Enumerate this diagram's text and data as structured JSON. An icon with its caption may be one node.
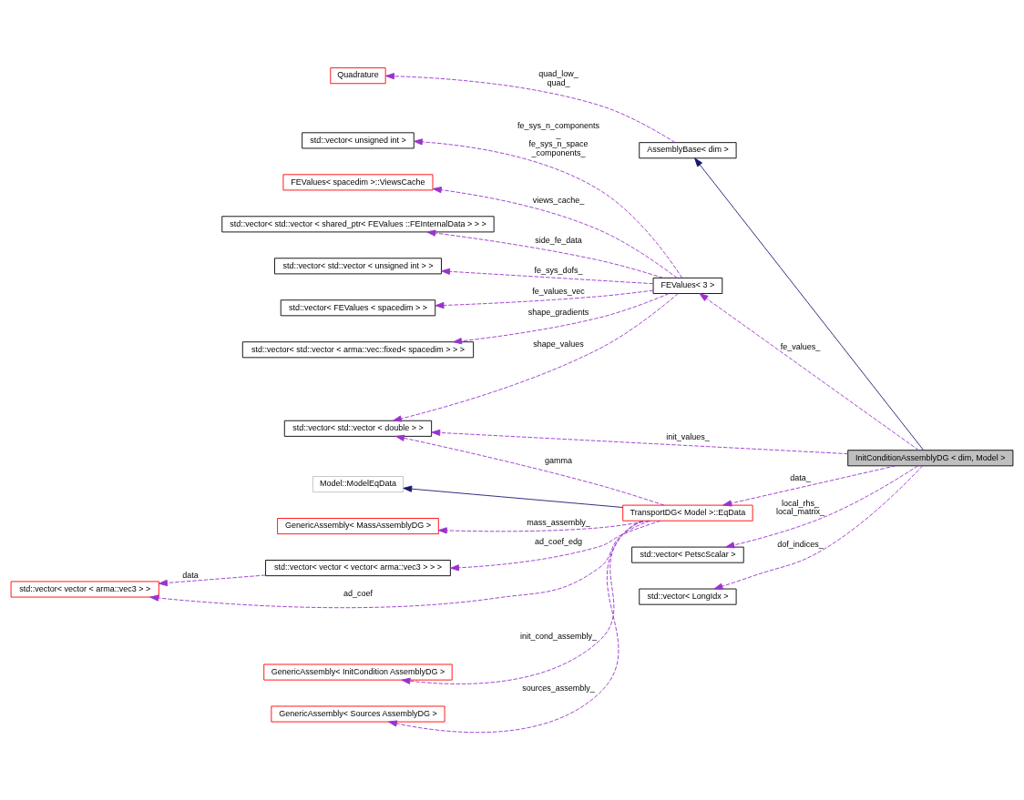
{
  "diagram": {
    "nodes": [
      {
        "text": [
          "Quadrature"
        ]
      },
      {
        "text": [
          "std::vector< FEValues < spacedim > >"
        ]
      },
      {
        "text": [
          "std::vector< std::vector < arma::vec::fixed< spacedim > > >"
        ]
      },
      {
        "text": [
          "std::vector< unsigned int >"
        ]
      },
      {
        "text": [
          "FEValues< spacedim >::ViewsCache"
        ]
      },
      {
        "text": [
          "std::vector< std::vector < shared_ptr< FEValues ::FEInternalData > > >"
        ]
      },
      {
        "text": [
          "std::vector< std::vector < unsigned int > >"
        ]
      },
      {
        "text": [
          "std::vector< std::vector < double > >"
        ]
      },
      {
        "text": [
          "Model::ModelEqData"
        ]
      },
      {
        "text": [
          "GenericAssembly< MassAssemblyDG >"
        ]
      },
      {
        "text": [
          "std::vector< vector < vector< arma::vec3 > > >"
        ]
      },
      {
        "text": [
          "std::vector< vector < arma::vec3 > >"
        ]
      },
      {
        "text": [
          "GenericAssembly< InitCondition AssemblyDG >"
        ]
      },
      {
        "text": [
          "GenericAssembly< Sources AssemblyDG >"
        ]
      },
      {
        "text": [
          "AssemblyBase< dim >"
        ]
      },
      {
        "text": [
          "std::vector< PetscScalar >"
        ]
      },
      {
        "text": [
          "FEValues< 3 >"
        ]
      },
      {
        "text": [
          "TransportDG< Model >::EqData"
        ]
      },
      {
        "text": [
          "std::vector< LongIdx >"
        ]
      },
      {
        "text": [
          "InitConditionAssemblyDG < dim, Model >"
        ]
      }
    ],
    "edges": [
      {
        "from": 19,
        "to": 14,
        "arrow": "to",
        "color": "#191970"
      },
      {
        "from": 14,
        "to": 0,
        "arrow": "to",
        "label": "quad_low_ quad_",
        "style": "dashed"
      },
      {
        "from": 16,
        "to": 1,
        "arrow": "to",
        "label": "fe_values_vec",
        "style": "dashed"
      },
      {
        "from": 16,
        "to": 2,
        "arrow": "to",
        "label": "shape_gradients",
        "style": "dashed"
      },
      {
        "from": 16,
        "to": 3,
        "arrow": "to",
        "label": "fe_sys_n_components _ fe_sys_n_space _components_",
        "style": "dashed"
      },
      {
        "from": 16,
        "to": 4,
        "arrow": "to",
        "label": "views_cache_",
        "style": "dashed"
      },
      {
        "from": 16,
        "to": 5,
        "arrow": "to",
        "label": "side_fe_data",
        "style": "dashed"
      },
      {
        "from": 16,
        "to": 6,
        "arrow": "to",
        "label": "fe_sys_dofs_",
        "style": "dashed"
      },
      {
        "from": 16,
        "to": 7,
        "arrow": "to",
        "label": "shape_values",
        "style": "dashed"
      },
      {
        "from": 19,
        "to": 15,
        "arrow": "to",
        "label": "local_rhs_ local_matrix_",
        "style": "dashed"
      },
      {
        "from": 19,
        "to": 16,
        "arrow": "to",
        "label": "fe_values_",
        "style": "dashed"
      },
      {
        "from": 19,
        "to": 7,
        "arrow": "to",
        "label": "init_values_",
        "style": "dashed"
      },
      {
        "from": 17,
        "to": 7,
        "arrow": "to",
        "label": "gamma",
        "style": "dashed"
      },
      {
        "from": 17,
        "to": 8,
        "arrow": "to",
        "color": "#191970"
      },
      {
        "from": 17,
        "to": 9,
        "arrow": "to",
        "label": "mass_assembly_",
        "style": "dashed"
      },
      {
        "from": 17,
        "to": 10,
        "arrow": "to",
        "label": "ad_coef_edg",
        "style": "dashed"
      },
      {
        "from": 10,
        "to": 11,
        "arrow": "to",
        "label": "data",
        "style": "dashed"
      },
      {
        "from": 17,
        "to": 11,
        "arrow": "to",
        "label": "ad_coef",
        "style": "dashed"
      },
      {
        "from": 17,
        "to": 12,
        "arrow": "to",
        "label": "init_cond_assembly_",
        "style": "dashed"
      },
      {
        "from": 17,
        "to": 13,
        "arrow": "to",
        "label": "sources_assembly_",
        "style": "dashed"
      },
      {
        "from": 19,
        "to": 17,
        "arrow": "to",
        "label": "data_",
        "style": "dashed"
      },
      {
        "from": 19,
        "to": 18,
        "arrow": "to",
        "label": "dof_indices_",
        "style": "dashed"
      }
    ]
  }
}
